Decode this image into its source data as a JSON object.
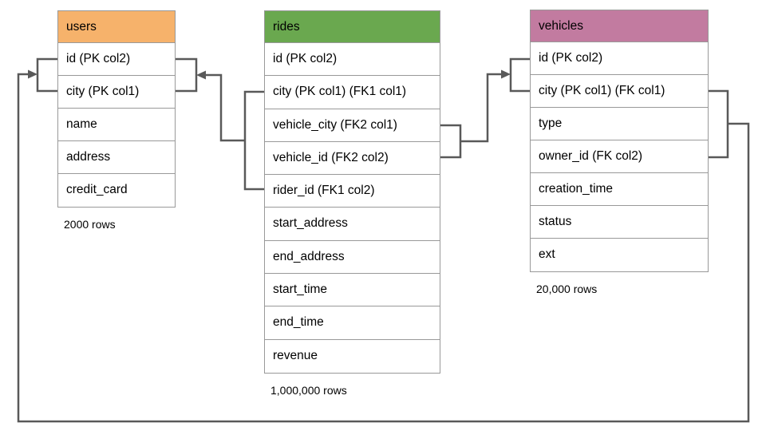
{
  "diagram": {
    "tables": [
      {
        "name": "users",
        "header_color": "#F6B26B",
        "columns": [
          "id (PK col2)",
          "city (PK col1)",
          "name",
          "address",
          "credit_card"
        ],
        "row_count_label": "2000 rows"
      },
      {
        "name": "rides",
        "header_color": "#6AA84F",
        "columns": [
          "id (PK col2)",
          "city (PK col1) (FK1 col1)",
          "vehicle_city (FK2 col1)",
          "vehicle_id (FK2 col2)",
          "rider_id (FK1 col2)",
          "start_address",
          "end_address",
          "start_time",
          "end_time",
          "revenue"
        ],
        "row_count_label": "1,000,000 rows"
      },
      {
        "name": "vehicles",
        "header_color": "#C27BA0",
        "columns": [
          "id (PK col2)",
          "city (PK col1) (FK col1)",
          "type",
          "owner_id (FK col2)",
          "creation_time",
          "status",
          "ext"
        ],
        "row_count_label": "20,000 rows"
      }
    ],
    "relationships": [
      {
        "name": "rides-to-users",
        "from": "rides (city, rider_id) FK1",
        "to": "users (id, city)"
      },
      {
        "name": "rides-to-vehicles",
        "from": "rides (vehicle_city, vehicle_id) FK2",
        "to": "vehicles (id, city)"
      },
      {
        "name": "vehicles-to-users",
        "from": "vehicles (city, owner_id) FK",
        "to": "users (id, city)"
      }
    ],
    "colors": {
      "connector": "#595959",
      "table_border": "#999999",
      "users_header": "#F6B26B",
      "rides_header": "#6AA84F",
      "vehicles_header": "#C27BA0"
    }
  }
}
